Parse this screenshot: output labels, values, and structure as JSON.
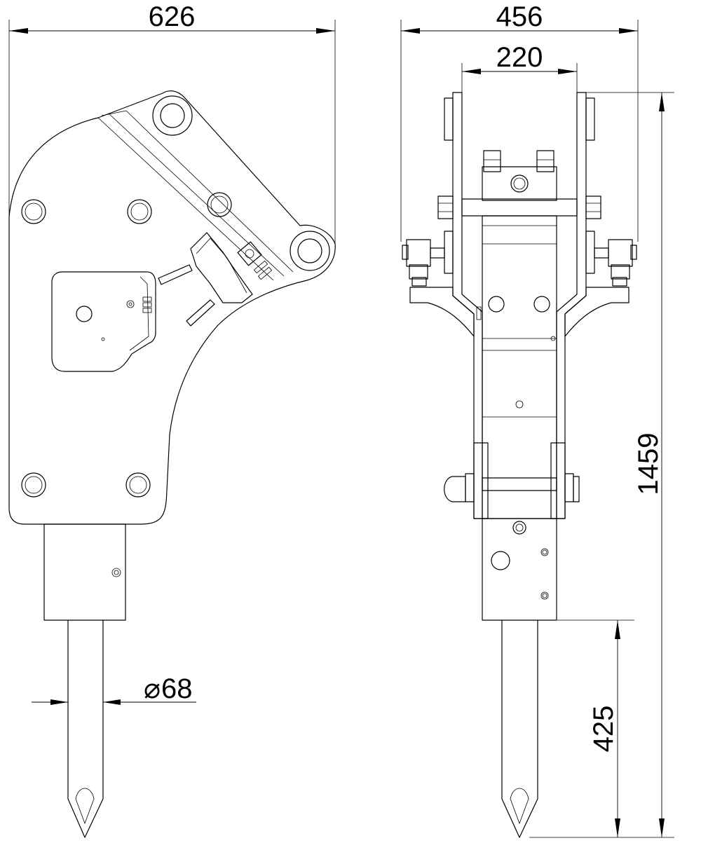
{
  "dimensions": {
    "side_view_width": "626",
    "front_view_width": "456",
    "front_view_inner_width": "220",
    "chisel_diameter": "68",
    "diameter_symbol": "⌀",
    "overall_height": "1459",
    "chisel_length": "425"
  }
}
